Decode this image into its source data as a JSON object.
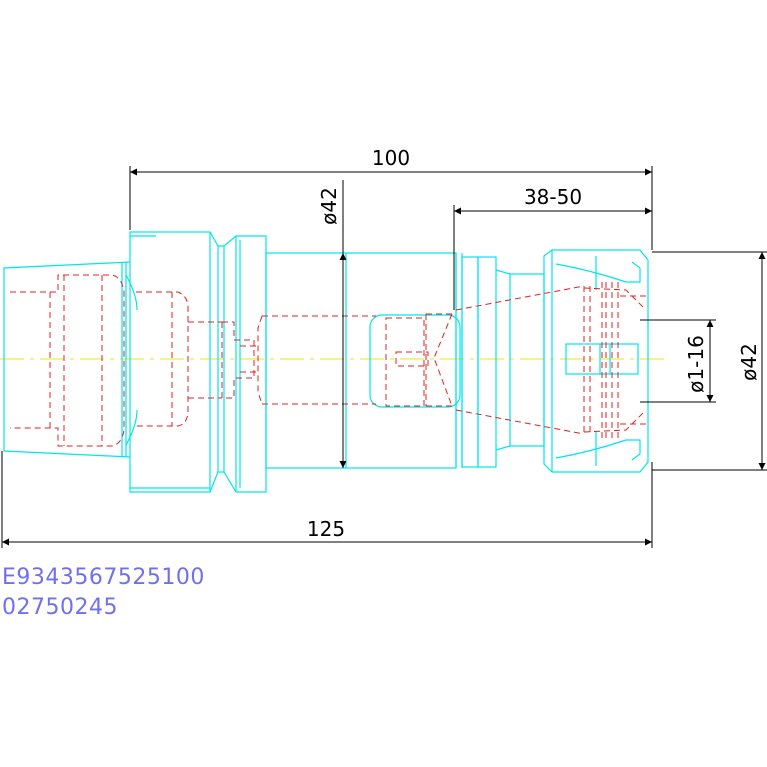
{
  "drawing": {
    "dimensions": {
      "overall_length": "100",
      "clamping_range": "38-50",
      "total_length": "125",
      "shank_diameter": "ø42",
      "nut_diameter": "ø42",
      "collet_range": "ø1-16"
    },
    "codes": {
      "line1": "E9343567525100",
      "line2": "02750245"
    },
    "colors": {
      "outline": "#00e5ee",
      "hidden": "#e02020",
      "centerline": "#e8e800",
      "dimension": "#000000",
      "text": "#7070ee"
    }
  }
}
